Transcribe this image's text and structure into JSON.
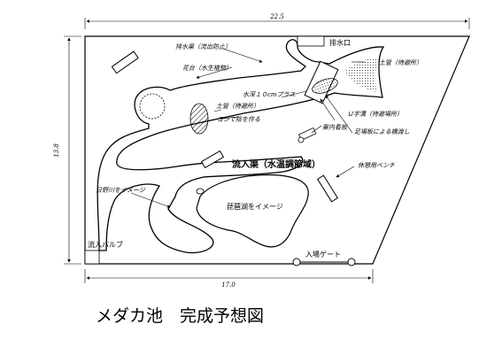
{
  "title": "メダカ池　完成予想図",
  "dimensions": {
    "top_width": "22.5",
    "bottom_width": "17.0",
    "height": "13.8"
  },
  "labels": {
    "outlet": "排水口",
    "drain_channel": "排水渠（流出防止）",
    "flower_bed": "花台（水生植物）",
    "soil_pipe_top": "土管（待避所）",
    "water_depth": "水深１０cmプラス",
    "soil_pipe_left": "土管（待避所）",
    "reed": "ヨシで陰を作る",
    "u_groove": "Ｕ字溝（待避場所）",
    "footboard": "足場板による橋渡し",
    "info_board": "案内看板",
    "inflow_channel": "流入渠（水温調節域）",
    "bench": "休憩用ベンチ",
    "hino_river": "日野川をイメージ",
    "lake_biwa": "琵琶湖をイメージ",
    "inflow_valve": "流入バルブ",
    "entrance_gate": "入場ゲート"
  }
}
